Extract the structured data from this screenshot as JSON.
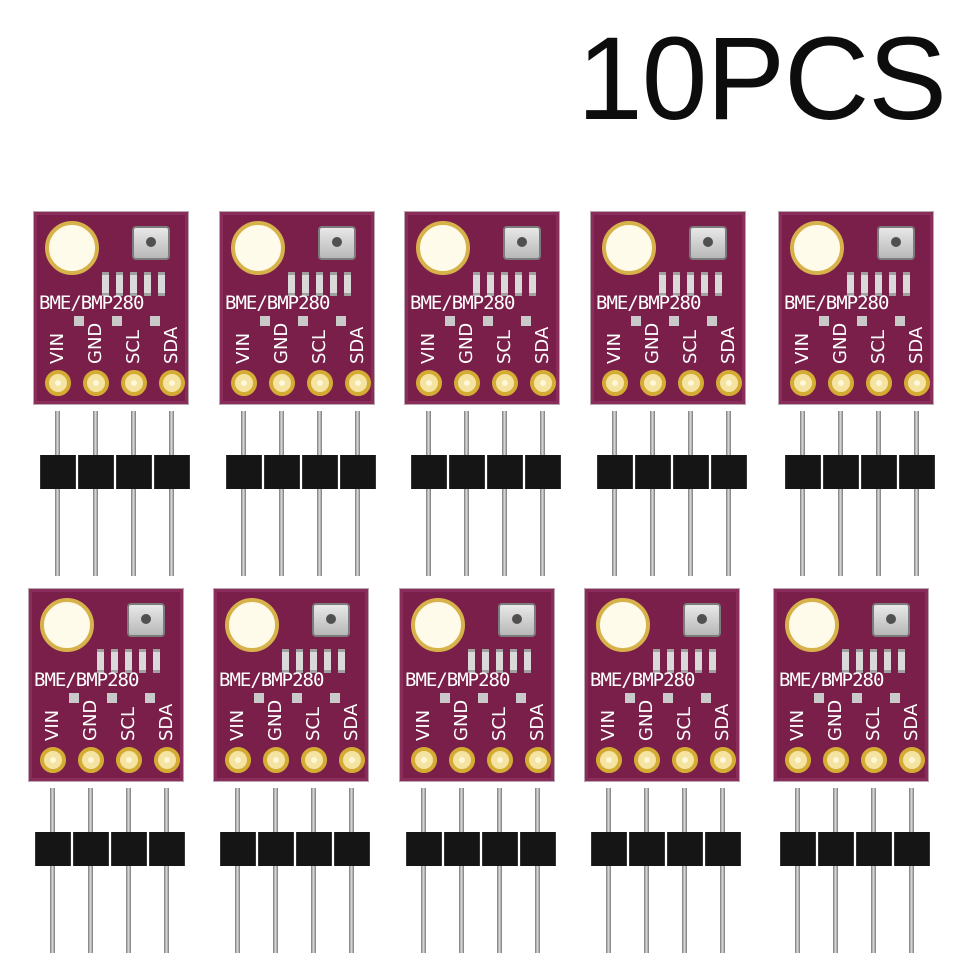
{
  "quantity_label": "10PCS",
  "module": {
    "label": "BME/BMP280",
    "pins": [
      "VIN",
      "GND",
      "SCL",
      "SDA"
    ]
  },
  "count": 10,
  "colors": {
    "pcb": "#7a1f4a",
    "pad": "#d4ac34",
    "header": "#151515",
    "background": "#ffffff"
  }
}
